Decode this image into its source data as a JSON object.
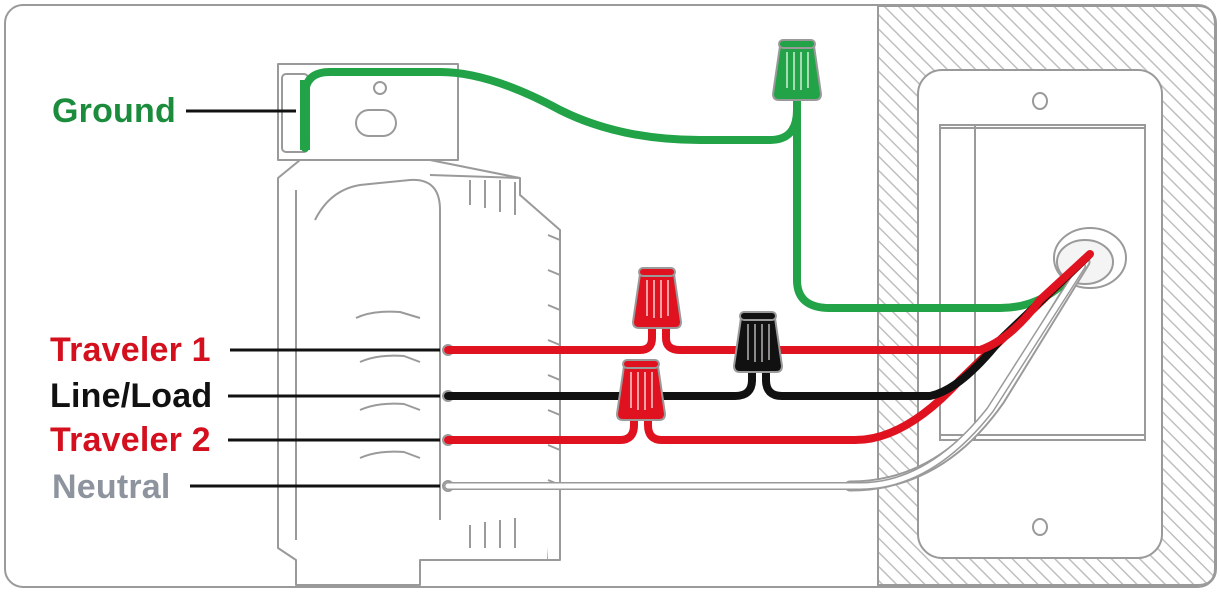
{
  "labels": {
    "ground": {
      "text": "Ground",
      "color": "#1a8c3c"
    },
    "traveler1": {
      "text": "Traveler 1",
      "color": "#d4101e"
    },
    "lineload": {
      "text": "Line/Load",
      "color": "#111111"
    },
    "traveler2": {
      "text": "Traveler 2",
      "color": "#d4101e"
    },
    "neutral": {
      "text": "Neutral",
      "color": "#8d949e"
    }
  },
  "colors": {
    "ground_wire": "#22a347",
    "traveler_wire": "#e0121f",
    "line_wire": "#111111",
    "neutral_wire": "#ffffff",
    "outline": "#9a9a9a",
    "wall_hatch": "#c8c8c8"
  }
}
